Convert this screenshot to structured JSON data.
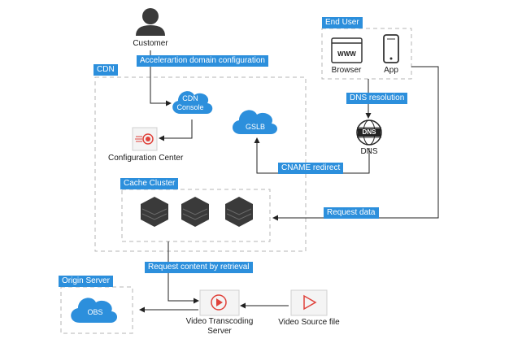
{
  "nodes": {
    "customer": "Customer",
    "end_user": "End User",
    "browser": "Browser",
    "browser_window_text": "WWW",
    "app": "App",
    "cdn": "CDN",
    "cdn_console_line1": "CDN",
    "cdn_console_line2": "Console",
    "gslb": "GSLB",
    "dns": "DNS",
    "dns_globe_text": "DNS",
    "configuration_center": "Configuration Center",
    "cache_cluster": "Cache Cluster",
    "origin_server": "Origin Server",
    "obs": "OBS",
    "video_transcoding_line1": "Video Transcoding",
    "video_transcoding_line2": "Server",
    "video_source_file": "Video Source file"
  },
  "edges": {
    "acceleration_config": "Accelerartion domain configuration",
    "dns_resolution": "DNS resolution",
    "cname_redirect": "CNAME redirect",
    "request_data": "Request data",
    "request_content": "Request content by retrieval"
  },
  "colors": {
    "accent": "#2c8fdc",
    "dashed_border": "#b5b5b5",
    "hexagon": "#3a3a3a",
    "video_icon": "#e0423b"
  }
}
